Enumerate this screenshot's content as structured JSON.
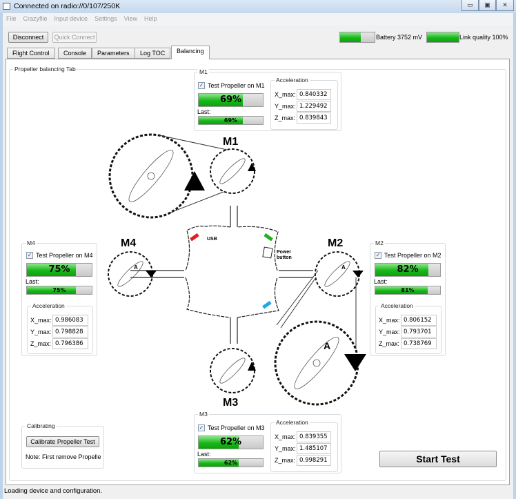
{
  "window": {
    "title": "Connected on radio://0/107/250K",
    "minimize": "▭",
    "maximize": "▣",
    "close": "✕"
  },
  "menu": [
    "File",
    "Crazyflie",
    "Input device",
    "Settings",
    "View",
    "Help"
  ],
  "toolbar": {
    "disconnect": "Disconnect",
    "quick_connect": "Quick Connect",
    "battery_label": "Battery 3752 mV",
    "battery_fraction": 0.6,
    "link_label": "Link quality 100%",
    "link_fraction": 1.0
  },
  "tabs": [
    "Flight Control",
    "Console",
    "Parameters",
    "Log TOC",
    "Balancing"
  ],
  "active_tab": "Balancing",
  "pane_title": "Propeller balancing Tab",
  "motors": {
    "m1": {
      "title": "M1",
      "checkbox": "Test Propeller on M1",
      "checked": true,
      "current": "69%",
      "current_value": 69,
      "last_label": "Last:",
      "last": "69%",
      "last_value": 69,
      "accel_title": "Acceleration",
      "x_label": "X_max:",
      "x": "0.840332",
      "y_label": "Y_max:",
      "y": "1.229492",
      "z_label": "Z_max:",
      "z": "0.839843"
    },
    "m2": {
      "title": "M2",
      "checkbox": "Test Propeller on M2",
      "checked": true,
      "current": "82%",
      "current_value": 82,
      "last_label": "Last:",
      "last": "81%",
      "last_value": 81,
      "accel_title": "Acceleration",
      "x_label": "X_max:",
      "x": "0.806152",
      "y_label": "Y_max:",
      "y": "0.793701",
      "z_label": "Z_max:",
      "z": "0.738769"
    },
    "m3": {
      "title": "M3",
      "checkbox": "Test Propeller on M3",
      "checked": true,
      "current": "62%",
      "current_value": 62,
      "last_label": "Last:",
      "last": "62%",
      "last_value": 62,
      "accel_title": "Acceleration",
      "x_label": "X_max:",
      "x": "0.839355",
      "y_label": "Y_max:",
      "y": "1.485107",
      "z_label": "Z_max:",
      "z": "0.998291"
    },
    "m4": {
      "title": "M4",
      "checkbox": "Test Propeller on M4",
      "checked": true,
      "current": "75%",
      "current_value": 75,
      "last_label": "Last:",
      "last": "75%",
      "last_value": 75,
      "accel_title": "Acceleration",
      "x_label": "X_max:",
      "x": "0.986083",
      "y_label": "Y_max:",
      "y": "0.798828",
      "z_label": "Z_max:",
      "z": "0.796386"
    }
  },
  "diagram": {
    "m1": "M1",
    "m2": "M2",
    "m3": "M3",
    "m4": "M4",
    "usb": "USB",
    "power1": "Power",
    "power2": "button",
    "a": "A"
  },
  "calibrating": {
    "title": "Calibrating",
    "button": "Calibrate Propeller Test",
    "note": "Note: First remove Propelle"
  },
  "start_test": "Start Test",
  "status": "Loading device and configuration."
}
